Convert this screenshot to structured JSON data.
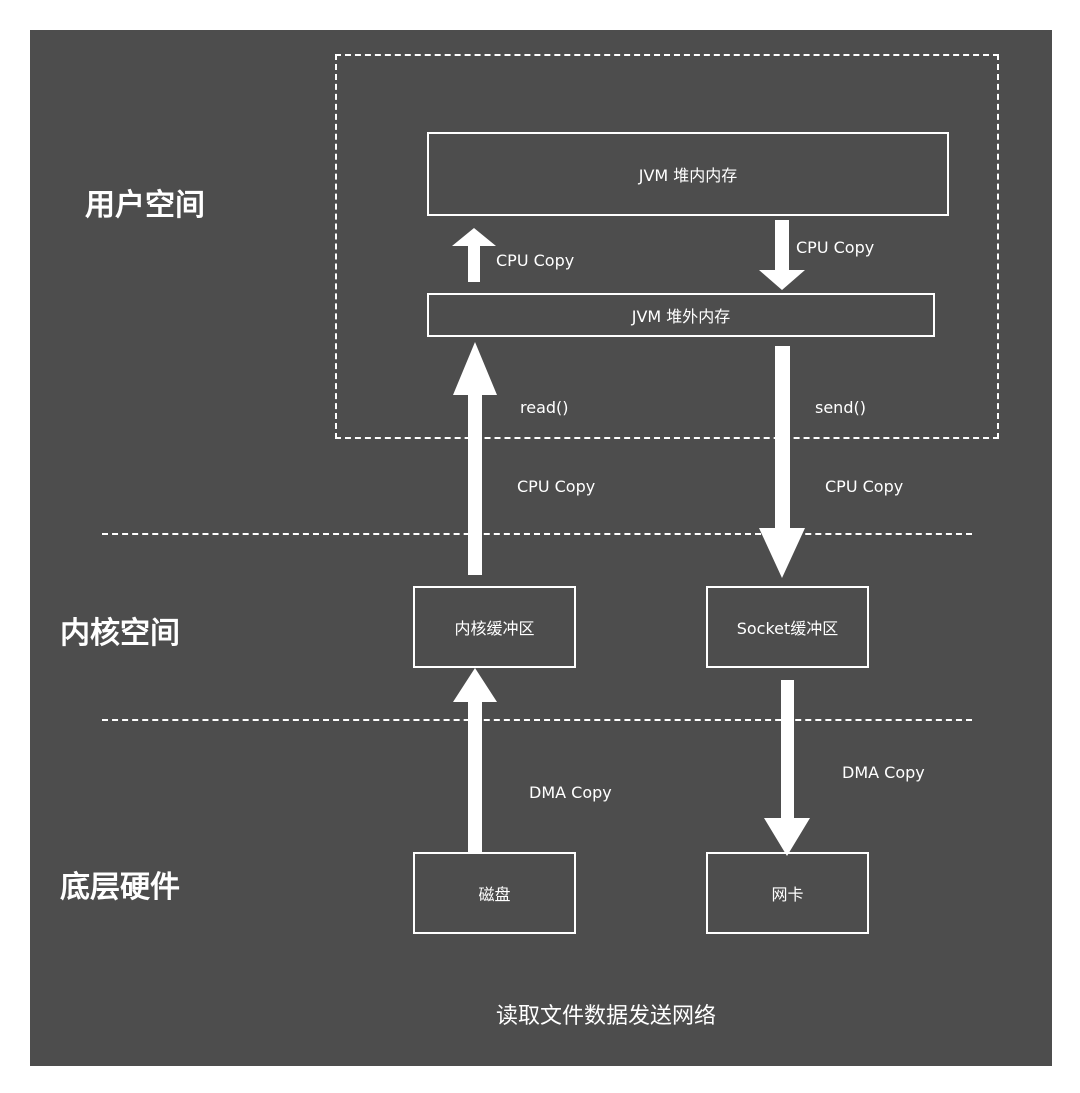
{
  "layers": {
    "user_space": "用户空间",
    "kernel_space": "内核空间",
    "hardware": "底层硬件"
  },
  "nodes": {
    "jvm_heap": "JVM 堆内内存",
    "jvm_offheap": "JVM 堆外内存",
    "kernel_buffer": "内核缓冲区",
    "socket_buffer": "Socket缓冲区",
    "disk": "磁盘",
    "nic": "网卡"
  },
  "edges": {
    "offheap_to_heap": "CPU Copy",
    "heap_to_offheap": "CPU Copy",
    "read_call": "read()",
    "send_call": "send()",
    "kernel_to_offheap": "CPU Copy",
    "offheap_to_socket": "CPU Copy",
    "disk_to_kernel": "DMA Copy",
    "socket_to_nic": "DMA Copy"
  },
  "caption": "读取文件数据发送网络",
  "colors": {
    "background": "#4d4d4d",
    "foreground": "#ffffff"
  }
}
